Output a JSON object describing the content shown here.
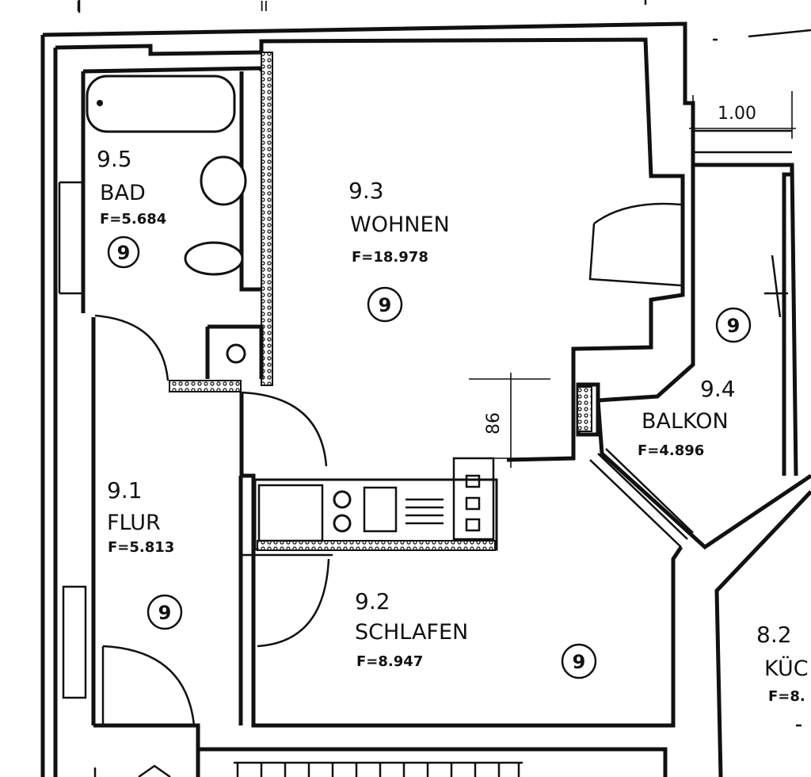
{
  "grid_marks": [
    "I",
    "II"
  ],
  "dimensions": {
    "balcony_width": "1.00",
    "counter_depth": "86"
  },
  "rooms": [
    {
      "key": "bad",
      "number": "9.5",
      "name": "BAD",
      "area": "F=5.684",
      "floor_marker": "9"
    },
    {
      "key": "wohnen",
      "number": "9.3",
      "name": "WOHNEN",
      "area": "F=18.978",
      "floor_marker": "9"
    },
    {
      "key": "balkon",
      "number": "9.4",
      "name": "BALKON",
      "area": "F=4.896",
      "floor_marker": "9"
    },
    {
      "key": "flur",
      "number": "9.1",
      "name": "FLUR",
      "area": "F=5.813",
      "floor_marker": "9"
    },
    {
      "key": "schlafen",
      "number": "9.2",
      "name": "SCHLAFEN",
      "area": "F=8.947",
      "floor_marker": "9"
    },
    {
      "key": "kueche",
      "number": "8.2",
      "name": "KÜC",
      "area": "F=8."
    }
  ],
  "extra_markers": {
    "balkon_circle": "9"
  }
}
